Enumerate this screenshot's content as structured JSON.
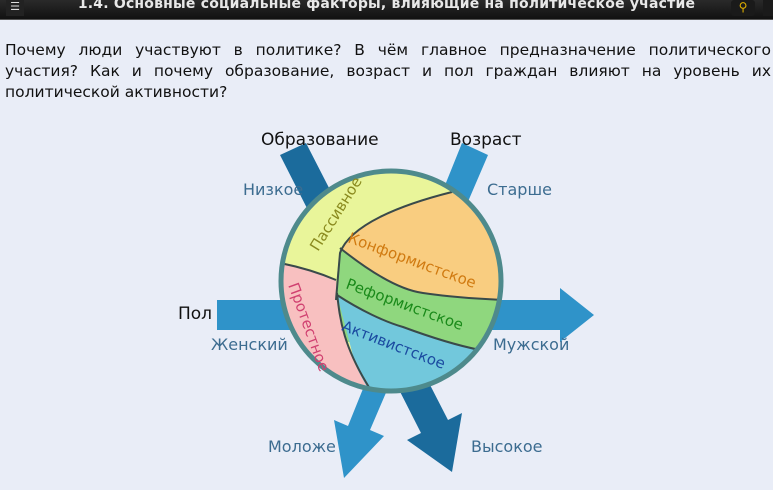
{
  "header": {
    "title": "1.4. Основные социальные факторы, влияющие на политическое участие"
  },
  "question": "Почему люди участвуют в политике? В чём главное предназначение политического участия? Как и почему образование, возраст и пол граждан влияют на уровень их политической активности?",
  "diagram": {
    "factors": {
      "education": "Образование",
      "age": "Возраст",
      "gender": "Пол"
    },
    "poles": {
      "low": "Низкое",
      "high": "Высокое",
      "older": "Старше",
      "younger": "Моложе",
      "female": "Женский",
      "male": "Мужской"
    },
    "types": {
      "passive": "Пассивное",
      "conformist": "Конформистское",
      "reformist": "Реформистское",
      "activist": "Активистское",
      "protest": "Протестное"
    },
    "colors": {
      "passive": "#e9f59a",
      "conformist": "#f9cd80",
      "reformist": "#8fd77e",
      "activist": "#72c8dc",
      "protest": "#f8c0c0",
      "arrow_dark": "#1b6b9c",
      "arrow_light": "#2f93c9"
    }
  }
}
